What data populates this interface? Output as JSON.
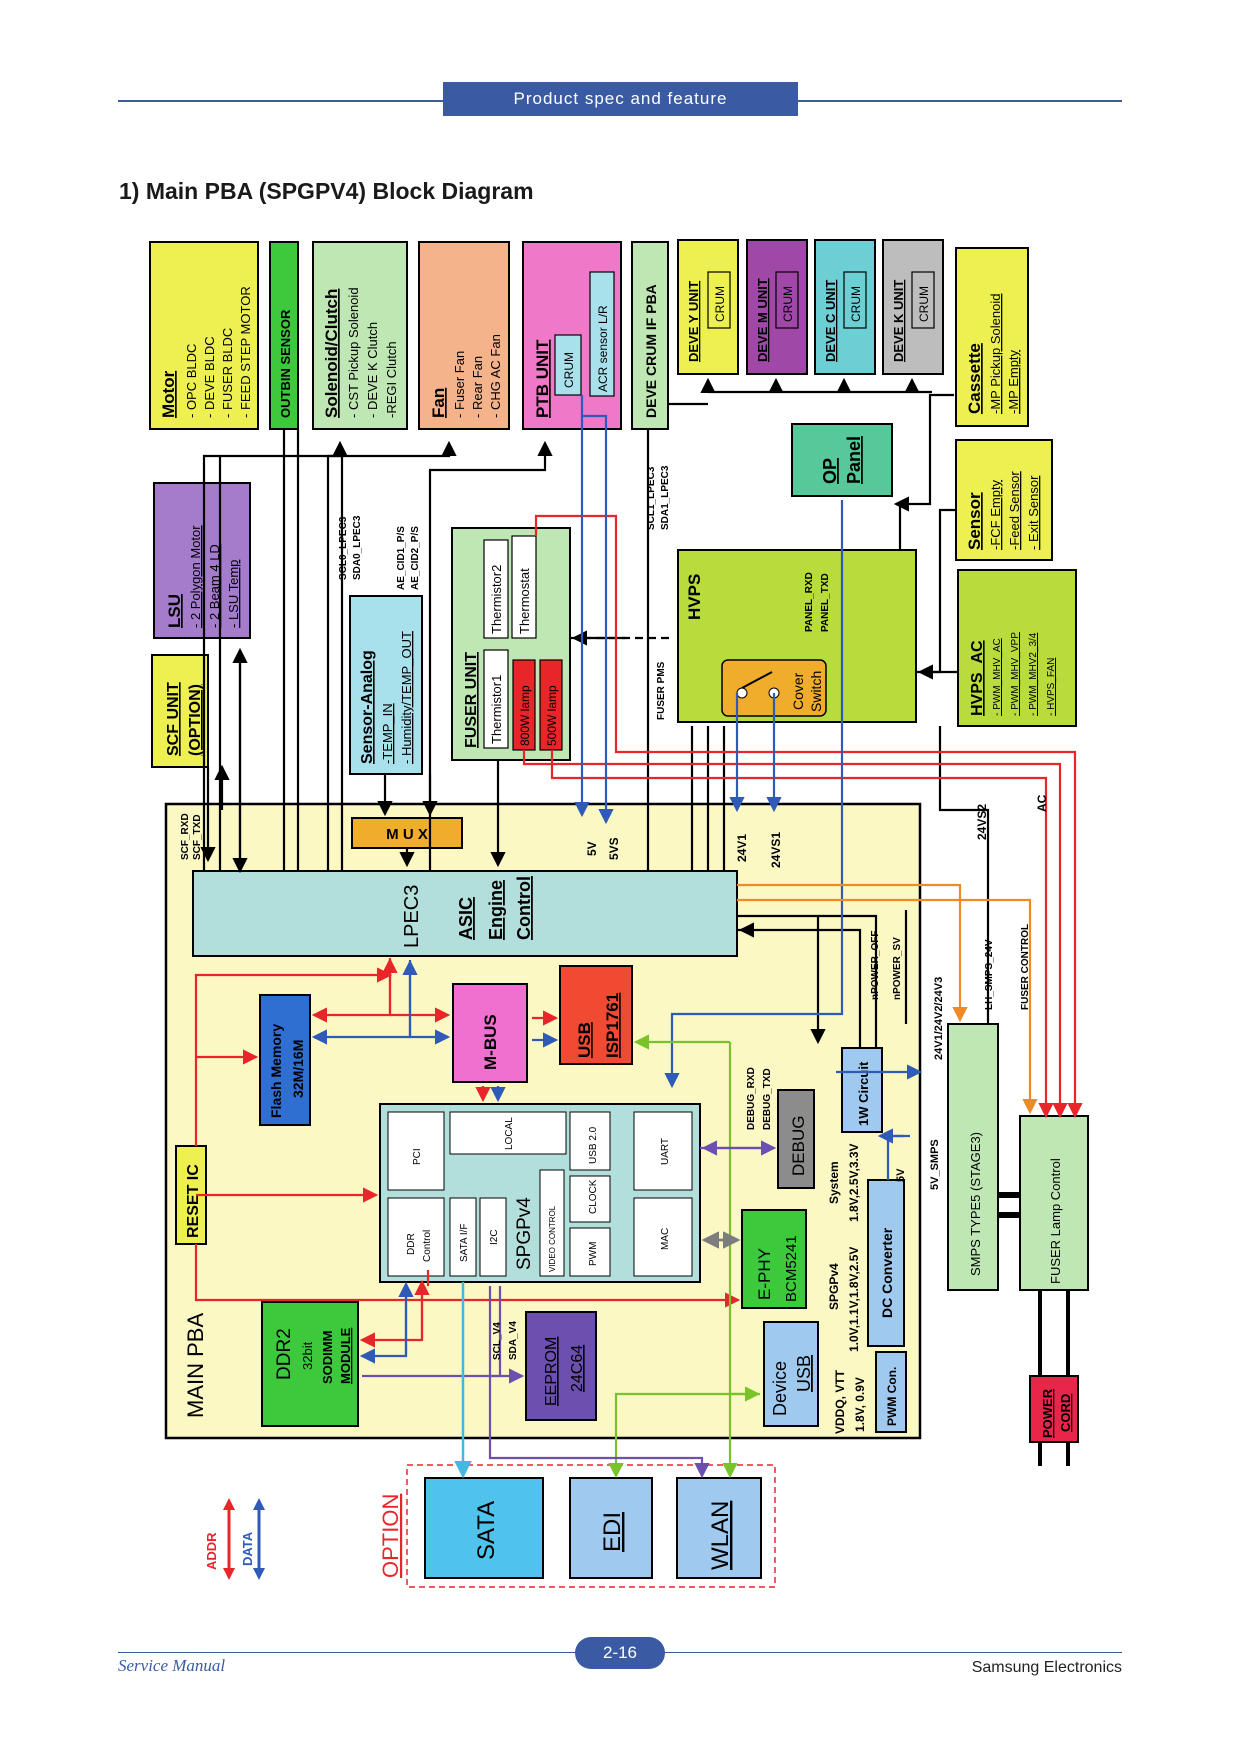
{
  "header": {
    "section_tab": "Product spec and feature"
  },
  "title": "1) Main PBA (SPGPV4) Block Diagram",
  "footer": {
    "left": "Service Manual",
    "right": "Samsung Electronics",
    "page": "2-16"
  },
  "colors": {
    "addr": "#e8262a",
    "data": "#2f5ab8",
    "orange": "#f08a24",
    "green": "#7ac22a",
    "purple": "#6d4fb0",
    "cyan": "#46b8e0",
    "gray_arrow": "#7d7d7d"
  },
  "blocks": {
    "motor": {
      "title": "Motor",
      "lines": [
        "- OPC BLDC",
        "- DEVE BLDC",
        "- FUSER BLDC",
        "- FEED STEP MOTOR"
      ]
    },
    "outbin": {
      "title": "OUTBIN SENSOR"
    },
    "solenoid": {
      "title": "Solenoid/Clutch",
      "lines": [
        "- CST Pickup Solenoid",
        "- DEVE K Clutch",
        "-REGI Clutch"
      ]
    },
    "fan": {
      "title": "Fan",
      "lines": [
        "- Fuser Fan",
        "- Rear Fan",
        "- CHG AC Fan"
      ]
    },
    "ptb": {
      "title": "PTB UNIT",
      "crum": "CRUM",
      "acr": "ACR sensor L/R"
    },
    "deve_crum_if": {
      "title": "DEVE CRUM IF PBA"
    },
    "deve_y": {
      "title": "DEVE Y UNIT",
      "crum": "CRUM"
    },
    "deve_m": {
      "title": "DEVE M UNIT",
      "crum": "CRUM"
    },
    "deve_c": {
      "title": "DEVE C UNIT",
      "crum": "CRUM"
    },
    "deve_k": {
      "title": "DEVE K UNIT",
      "crum": "CRUM"
    },
    "cassette": {
      "title": "Cassette",
      "lines": [
        "-MP Pickup Solenoid",
        "-MP Empty"
      ]
    },
    "op_panel": {
      "title": "OP",
      "title2": "Panel"
    },
    "sensor": {
      "title": "Sensor",
      "lines": [
        "-FCF Empty",
        "-Feed Sensor",
        "- Exit Sensor"
      ]
    },
    "lsu": {
      "title": "LSU",
      "lines": [
        "- 2 Polygon Motor",
        "- 2 Beam 4 LD",
        "- LSU Temp"
      ]
    },
    "scf": {
      "title": "SCF UNIT",
      "title2": "(OPTION)"
    },
    "sensor_analog": {
      "title": "Sensor-Analog",
      "lines": [
        "-TEMP_IN",
        "- Humidity/TEMP_OUT"
      ]
    },
    "fuser_unit": {
      "title": "FUSER UNIT",
      "thermistor1": "Thermistor1",
      "thermistor2": "Thermistor2",
      "thermostat": "Thermostat",
      "lamp800": "800W lamp",
      "lamp500": "500W lamp"
    },
    "hvps": {
      "title": "HVPS",
      "cover": "Cover",
      "switch": "Switch"
    },
    "hvps_ac": {
      "title": "HVPS_AC",
      "lines": [
        "- PWM_MHV_AC",
        "- PWM_MHV_VPP",
        "- PWM_MHV2_3/4",
        "- HVPS_FAN"
      ]
    },
    "mux": {
      "label": "M U X"
    },
    "lpec3": {
      "title": "LPEC3",
      "sub1": "ASIC",
      "sub2": "Engine",
      "sub3": "Control"
    },
    "flash": {
      "title": "Flash Memory",
      "sub": "32M/16M"
    },
    "mbus": {
      "title": "M-BUS"
    },
    "usb_isp": {
      "title": "USB",
      "sub": "ISP1761"
    },
    "resetic": {
      "title": "RESET IC"
    },
    "spgpv4": {
      "title": "SPGPv4",
      "pci": "PCI",
      "local": "LOCAL",
      "usb20": "USB 2.0",
      "uart": "UART",
      "ddr": "DDR",
      "control": "Control",
      "sata_if": "SATA I/F",
      "i2c": "I2C",
      "video": "VIDEO CONTROL",
      "clock": "CLOCK",
      "pwm": "PWM",
      "mac": "MAC"
    },
    "debug": {
      "title": "DEBUG"
    },
    "onew": {
      "title": "1W Circuit"
    },
    "smps": {
      "title": "SMPS TYPE5 (STAGE3)"
    },
    "fuser_lamp": {
      "title": "FUSER Lamp Control"
    },
    "ephy": {
      "title": "E-PHY",
      "sub": "BCM5241"
    },
    "dcconv": {
      "title": "DC Converter"
    },
    "pwmcon": {
      "title": "PWM Con."
    },
    "ddr2": {
      "title": "DDR2",
      "sub1": "32bit",
      "sub2": "SODIMM",
      "sub3": "MODULE"
    },
    "eeprom": {
      "title": "EEPROM",
      "sub": "24C64"
    },
    "device_usb": {
      "title": "Device",
      "sub": "USB"
    },
    "main_pba": {
      "title": "MAIN PBA"
    },
    "power_cord": {
      "title": "POWER",
      "sub": "CORD"
    },
    "sata": {
      "title": "SATA"
    },
    "edi": {
      "title": "EDI"
    },
    "wlan": {
      "title": "WLAN"
    },
    "option": {
      "title": "OPTION"
    },
    "legend": {
      "addr": "ADDR",
      "data": "DATA"
    }
  },
  "signals": {
    "scl1": "SCL1_LPEC3",
    "sda1": "SDA1_LPEC3",
    "scl0": "SCL0_LPEC3",
    "sda0": "SDA0_LPEC3",
    "cid1": "AE_CID1_P/S",
    "cid2": "AE_CID2_P/S",
    "panel_rxd": "PANEL_RXD",
    "panel_txd": "PANEL_TXD",
    "fuser_pms": "FUSER PMS",
    "scf_rxd": "SCF_RXD",
    "scf_txd": "SCF_TXD",
    "v5": "5V",
    "v5s": "5VS",
    "v24_1": "24V1",
    "v24s1": "24VS1",
    "v24s2": "24VS2",
    "ac": "AC",
    "smps_24v": "LH_SMPS_24V",
    "fuser_control": "FUSER CONTROL",
    "npower_off": "nPOWER_OFF",
    "npower_sv": "nPOWER_SV",
    "v24_set": "24V1/24V2/24V3",
    "debug_rxd": "DEBUG_RXD",
    "debug_txd": "DEBUG_TXD",
    "system": "System",
    "system_v": "1.8V,2.5V,3.3V",
    "v5_smps": "5V_SMPS",
    "v5b": "5V",
    "spgpv4_v": "SPGPv4",
    "spgpv4_core": "1.0V,1.1V,1.8V,2.5V",
    "vddq": "VDDQ, VTT",
    "vddq_v": "1.8V, 0.9V",
    "scl_v4": "SCL_V4",
    "sda_v4": "SDA_V4"
  }
}
